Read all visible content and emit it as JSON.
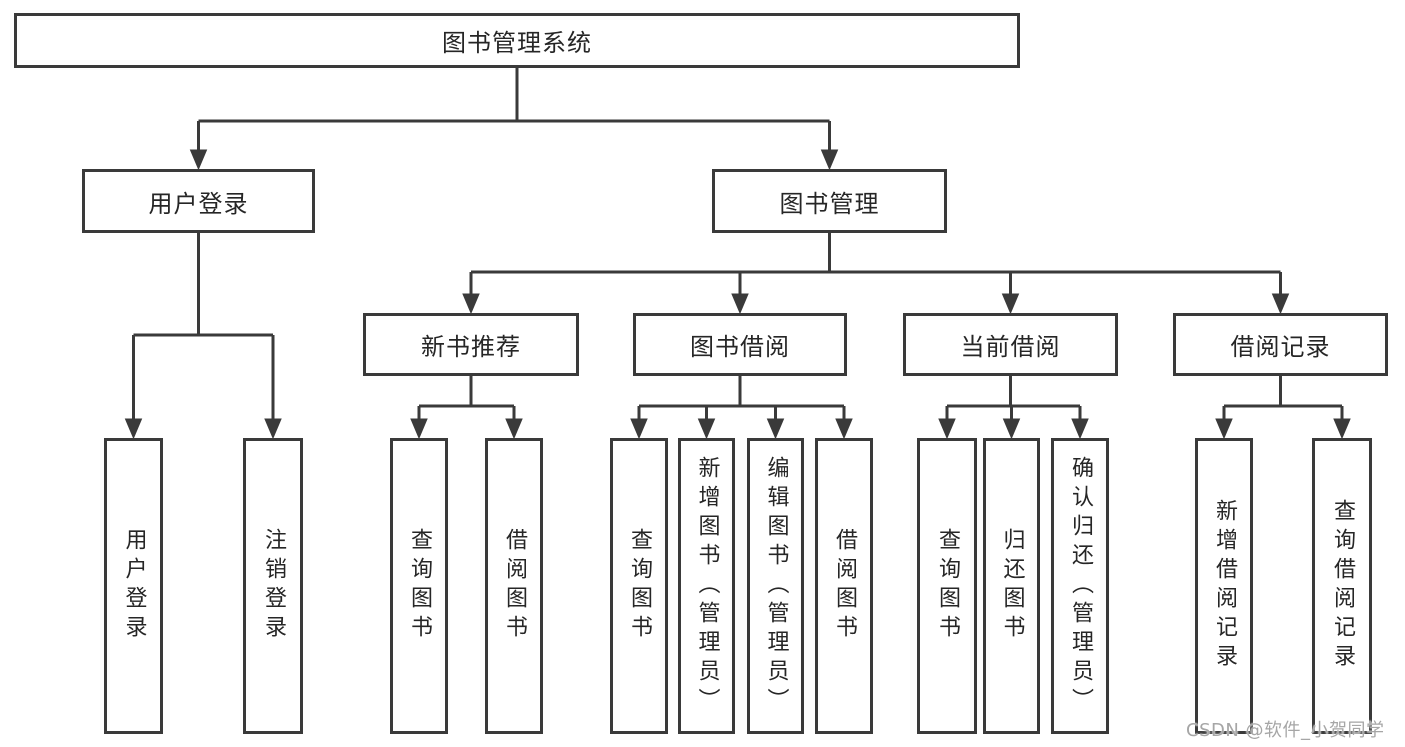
{
  "nodes": {
    "root": "图书管理系统",
    "branches": [
      {
        "label": "用户登录",
        "children": [
          "用户登录",
          "注销登录"
        ]
      },
      {
        "label": "图书管理",
        "children": [
          {
            "label": "新书推荐",
            "children": [
              "查询图书",
              "借阅图书"
            ]
          },
          {
            "label": "图书借阅",
            "children": [
              "查询图书",
              "新增图书（管理员）",
              "编辑图书（管理员）",
              "借阅图书"
            ]
          },
          {
            "label": "当前借阅",
            "children": [
              "查询图书",
              "归还图书",
              "确认归还（管理员）"
            ]
          },
          {
            "label": "借阅记录",
            "children": [
              "新增借阅记录",
              "查询借阅记录"
            ]
          }
        ]
      }
    ]
  },
  "watermark": "CSDN @软件_小贺同学",
  "colors": {
    "line": "#3a3a3a",
    "box_border": "#3a3a3a",
    "text": "#262626",
    "watermark": "#a6a6a6",
    "background": "#ffffff"
  }
}
